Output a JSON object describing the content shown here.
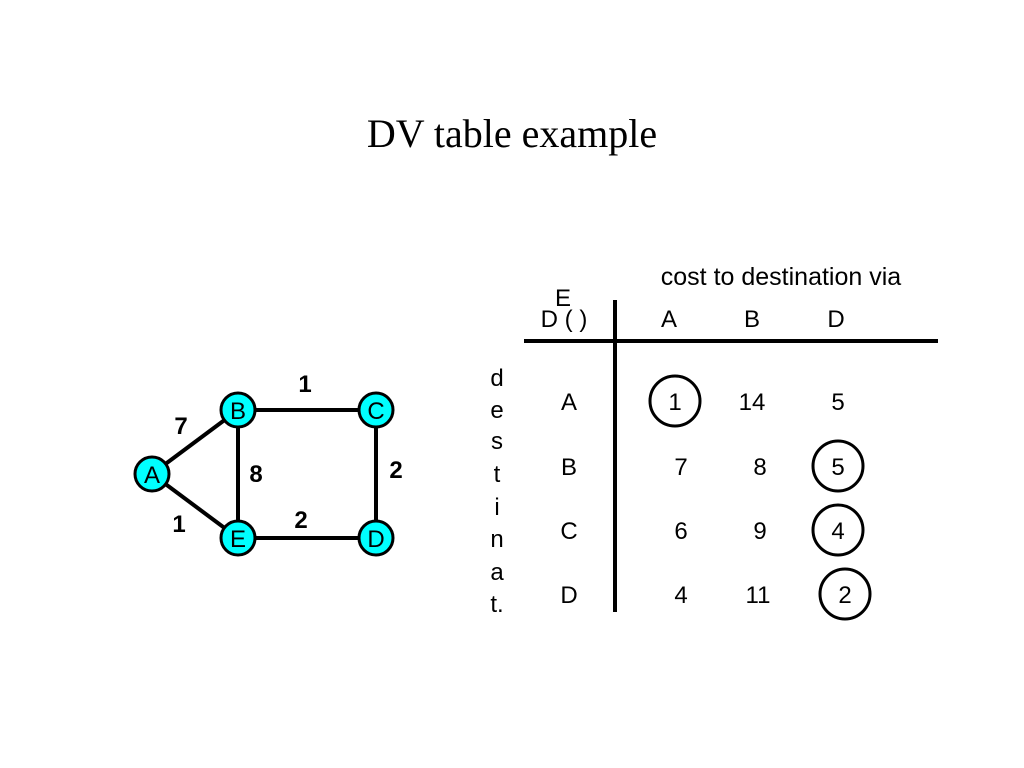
{
  "title": "DV table example",
  "colors": {
    "node_fill": "#00ffff",
    "stroke": "#000000",
    "background": "#ffffff"
  },
  "graph": {
    "nodes": [
      "A",
      "B",
      "C",
      "D",
      "E"
    ],
    "edges": [
      {
        "from": "A",
        "to": "B",
        "cost": "7"
      },
      {
        "from": "A",
        "to": "E",
        "cost": "1"
      },
      {
        "from": "B",
        "to": "E",
        "cost": "8"
      },
      {
        "from": "B",
        "to": "C",
        "cost": "1"
      },
      {
        "from": "C",
        "to": "D",
        "cost": "2"
      },
      {
        "from": "E",
        "to": "D",
        "cost": "2"
      }
    ]
  },
  "table": {
    "header": "cost to destination via",
    "corner_sup": "E",
    "corner": "D ( )",
    "via": [
      "A",
      "B",
      "D"
    ],
    "side_label": [
      "d",
      "e",
      "s",
      "t",
      "i",
      "n",
      "a",
      "t."
    ],
    "rows": [
      {
        "dest": "A",
        "values": [
          "1",
          "14",
          "5"
        ],
        "circled": 0
      },
      {
        "dest": "B",
        "values": [
          "7",
          "8",
          "5"
        ],
        "circled": 2
      },
      {
        "dest": "C",
        "values": [
          "6",
          "9",
          "4"
        ],
        "circled": 2
      },
      {
        "dest": "D",
        "values": [
          "4",
          "11",
          "2"
        ],
        "circled": 2
      }
    ]
  }
}
